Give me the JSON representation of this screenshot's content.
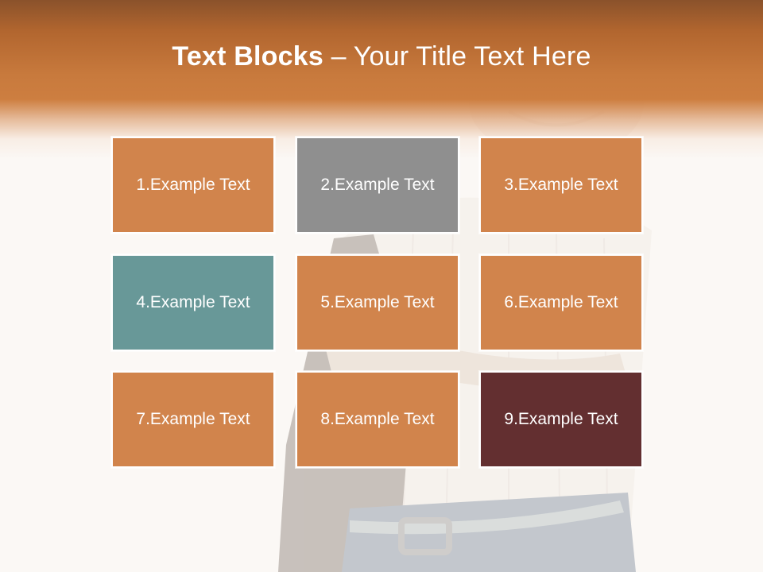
{
  "title": {
    "bold": "Text Blocks",
    "dash": " – ",
    "light": "Your Title Text Here"
  },
  "colors": {
    "header": "#c87a3d",
    "orange": "#d1844c",
    "gray": "#8f8f8f",
    "teal": "#689898",
    "maroon": "#632f30",
    "background": "#fbf8f5"
  },
  "blocks": [
    {
      "label": "1.Example Text",
      "color": "orange"
    },
    {
      "label": "2.Example Text",
      "color": "gray"
    },
    {
      "label": "3.Example Text",
      "color": "orange"
    },
    {
      "label": "4.Example Text",
      "color": "teal"
    },
    {
      "label": "5.Example Text",
      "color": "orange"
    },
    {
      "label": "6.Example Text",
      "color": "orange"
    },
    {
      "label": "7.Example Text",
      "color": "orange"
    },
    {
      "label": "8.Example Text",
      "color": "orange"
    },
    {
      "label": "9.Example Text",
      "color": "maroon"
    }
  ]
}
